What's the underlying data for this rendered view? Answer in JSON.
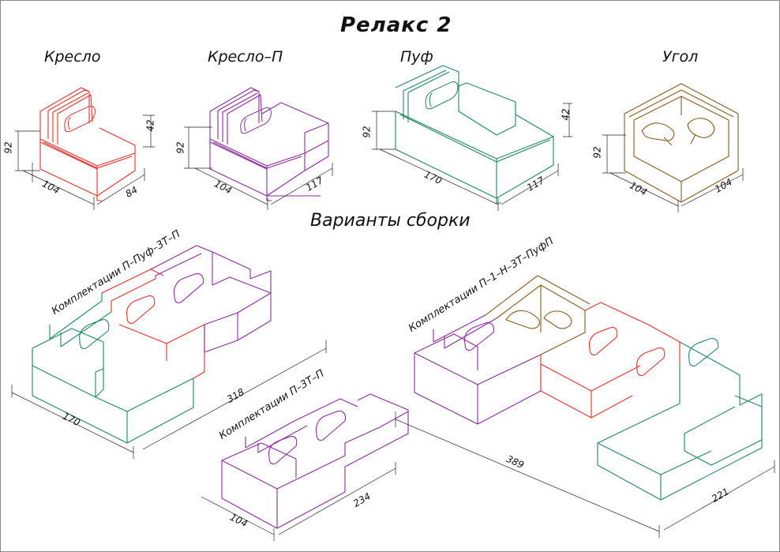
{
  "title": "Релакс 2",
  "colors": {
    "armchair": "#e8302a",
    "armchair_p": "#8b2a9e",
    "pouf": "#1f8a5b",
    "corner": "#8a5a1c",
    "dimension": "#222222"
  },
  "modules": [
    {
      "label": "Кресло",
      "height": "92",
      "depth": "104",
      "width": "84",
      "back": "42"
    },
    {
      "label": "Кресло–П",
      "height": "92",
      "depth": "104",
      "width": "117"
    },
    {
      "label": "Пуф",
      "height": "92",
      "depth": "170",
      "width": "117",
      "back": "42"
    },
    {
      "label": "Угол",
      "height": "92",
      "depth": "104",
      "width": "104"
    }
  ],
  "assembly_title": "Варианты сборки",
  "kits": [
    {
      "label": "Комплектации П–Пуф–3Т–П",
      "length": "318",
      "depth": "170"
    },
    {
      "label": "Комплектации П–3Т–П",
      "length": "234",
      "depth": "104"
    },
    {
      "label": "Комплектации П–1–Н–3Т–ПуфП",
      "length": "389",
      "depth": "221"
    }
  ]
}
